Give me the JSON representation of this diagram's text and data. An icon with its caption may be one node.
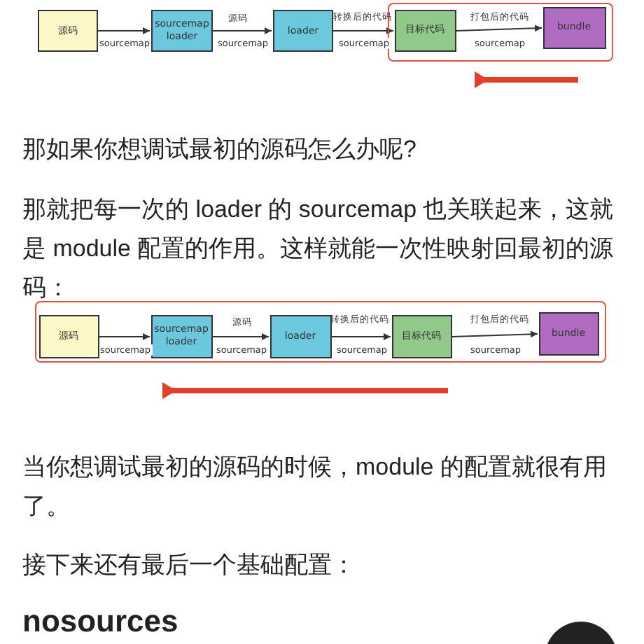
{
  "diagram": {
    "nodes": [
      {
        "text": [],
        "shape": "box"
      },
      {
        "text": [
          "源码"
        ]
      },
      {
        "text": [
          "sourcemap loader"
        ]
      },
      {
        "text": [
          "loader"
        ]
      },
      {
        "text": [
          "目标代码"
        ],
        "in": 0
      },
      {
        "text": [
          "bundle"
        ],
        "in": 0
      },
      {
        "text": [],
        "shape": "box"
      },
      {
        "text": [
          "源码"
        ],
        "in": 6
      },
      {
        "text": [
          "sourcemap loader"
        ],
        "in": 6
      },
      {
        "text": [
          "loader"
        ],
        "in": 6
      },
      {
        "text": [
          "目标代码"
        ],
        "in": 6
      },
      {
        "text": [
          "bundle"
        ],
        "in": 6
      }
    ],
    "edges": [
      {
        "from": 1,
        "to": 2,
        "arrow": "to",
        "label": "sourcemap"
      },
      {
        "from": 2,
        "to": 3,
        "arrow": "to",
        "label": "sourcemap"
      },
      {
        "from": 3,
        "to": 4,
        "arrow": "to",
        "label": "sourcemap"
      },
      {
        "from": 4,
        "to": 5,
        "arrow": "to",
        "label": "sourcemap"
      },
      {
        "from": 7,
        "to": 8,
        "arrow": "to",
        "label": "sourcemap"
      },
      {
        "from": 8,
        "to": 9,
        "arrow": "to",
        "label": "sourcemap"
      },
      {
        "from": 9,
        "to": 10,
        "arrow": "to",
        "label": "sourcemap"
      },
      {
        "from": 10,
        "to": 11,
        "arrow": "to",
        "label": "sourcemap"
      }
    ],
    "labels": [
      "源码",
      "转换后的代码",
      "打包后的代码",
      "那如果你想调试最初的源码怎么办呢?",
      "那就把每一次的 loader 的 sourcemap 也关联起来，这就是 module 配置的作用。这样就能一次性映射回最初的源码：",
      "源码",
      "转换后的代码",
      "打包后的代码",
      "当你想调试最初的源码的时候，module 的配置就很有用了。",
      "接下来还有最后一个基础配置：",
      "nosources"
    ]
  }
}
